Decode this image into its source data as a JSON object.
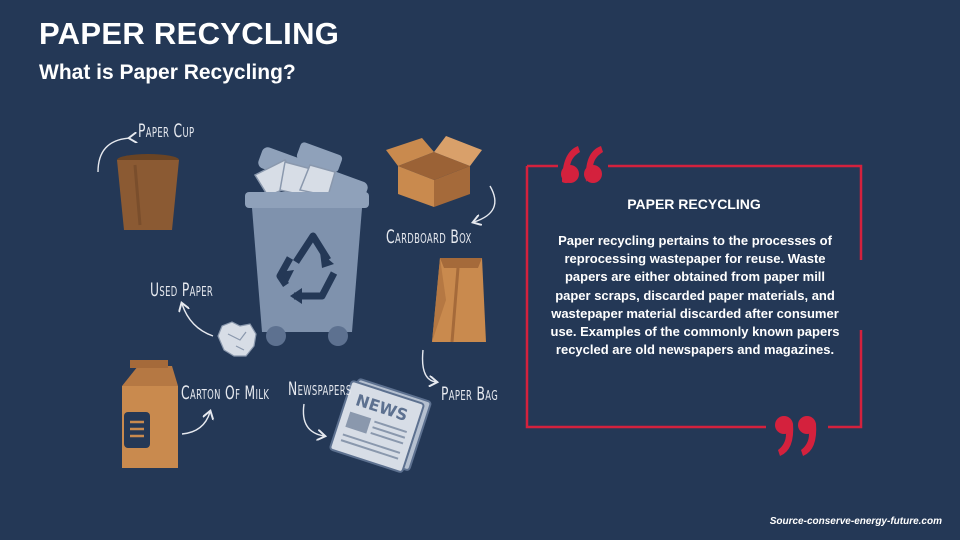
{
  "header": {
    "title": "PAPER RECYCLING",
    "subtitle": "What is Paper Recycling?"
  },
  "diagram": {
    "items": {
      "paper_cup": "Paper Cup",
      "cardboard_box": "Cardboard Box",
      "used_paper": "Used Paper",
      "paper_bag": "Paper Bag",
      "carton_of_milk": "Carton Of Milk",
      "newspapers": "Newspapers"
    },
    "newspaper_headline": "NEWS",
    "colors": {
      "bin": "#7f92ad",
      "bin_dark": "#5d7190",
      "paper_brown": "#c98a4e",
      "cup_brown": "#8b5a33",
      "accent_red": "#d4213d"
    }
  },
  "quote": {
    "title": "PAPER RECYCLING",
    "body": "Paper recycling pertains to the processes of reprocessing wastepaper for reuse. Waste papers are either obtained from paper mill paper scraps, discarded paper materials, and wastepaper material discarded after consumer use. Examples of the commonly known papers recycled are old newspapers and magazines."
  },
  "footer": {
    "source": "Source-conserve-energy-future.com"
  }
}
